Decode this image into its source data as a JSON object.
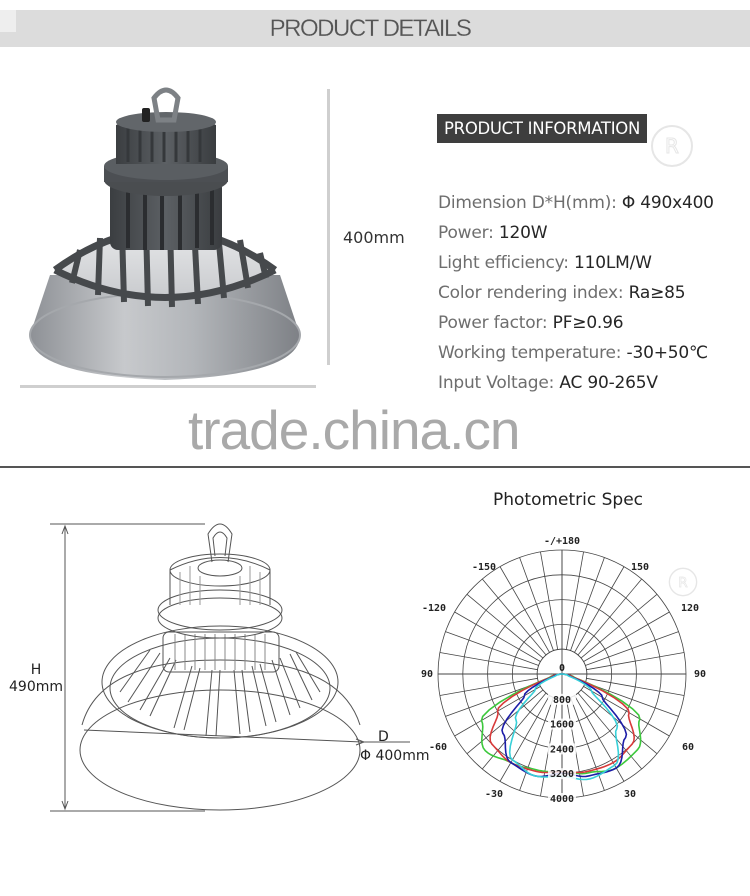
{
  "header": {
    "title": "PRODUCT DETAILS"
  },
  "product_photo": {
    "height_dimension_label": "400mm",
    "icon": "high-bay-light-photo"
  },
  "info": {
    "badge": "PRODUCT INFORMATION",
    "specs": [
      {
        "label": "Dimension D*H(mm): ",
        "value": "Φ 490x400"
      },
      {
        "label": "Power: ",
        "value": "120W"
      },
      {
        "label": "Light efficiency: ",
        "value": "110LM/W"
      },
      {
        "label": "Color rendering index: ",
        "value": "Ra≥85"
      },
      {
        "label": "Power factor: ",
        "value": "PF≥0.96"
      },
      {
        "label": "Working temperature: ",
        "value": "-30+50℃"
      },
      {
        "label": "Input Voltage: ",
        "value": "AC 90-265V"
      }
    ]
  },
  "watermark": "trade.china.cn",
  "drawing": {
    "height_label_line1": "H",
    "height_label_line2": "490mm",
    "diameter_label_line1": "D",
    "diameter_label_line2": "Φ 400mm",
    "icon": "high-bay-light-line-drawing"
  },
  "chart_data": {
    "type": "polar",
    "title": "Photometric Spec",
    "angle_labels": [
      "-/+180",
      "-150",
      "150",
      "-120",
      "120",
      "-90",
      "90",
      "-60",
      "60",
      "-30",
      "30"
    ],
    "radial_labels": [
      "0",
      "800",
      "1600",
      "2400",
      "3200",
      "4000"
    ],
    "rlim": [
      0,
      4000
    ],
    "grid": true,
    "series": [
      {
        "name": "curve-green",
        "color": "#3cc83c",
        "angles": [
          -90,
          -75,
          -60,
          -45,
          -30,
          -15,
          0,
          15,
          30,
          45,
          60,
          75,
          90
        ],
        "values": [
          0,
          400,
          3000,
          3500,
          3300,
          3200,
          3150,
          3300,
          3500,
          3450,
          2900,
          400,
          0
        ]
      },
      {
        "name": "curve-red",
        "color": "#d83a3a",
        "angles": [
          -90,
          -75,
          -60,
          -45,
          -30,
          -15,
          0,
          15,
          30,
          45,
          60,
          75,
          90
        ],
        "values": [
          0,
          350,
          2400,
          3200,
          3300,
          3250,
          3150,
          3250,
          3300,
          3200,
          2500,
          350,
          0
        ]
      },
      {
        "name": "curve-blue",
        "color": "#1c1ca8",
        "angles": [
          -90,
          -75,
          -60,
          -45,
          -30,
          -15,
          0,
          15,
          30,
          45,
          60,
          75,
          90
        ],
        "values": [
          0,
          250,
          1400,
          2700,
          3300,
          3400,
          3200,
          3400,
          3500,
          2900,
          1500,
          250,
          0
        ]
      },
      {
        "name": "curve-cyan",
        "color": "#38d0d8",
        "angles": [
          -90,
          -75,
          -60,
          -45,
          -30,
          -15,
          0,
          15,
          30,
          45,
          60,
          75,
          90
        ],
        "values": [
          0,
          200,
          1000,
          2100,
          3200,
          3400,
          3300,
          3500,
          3400,
          2500,
          1100,
          200,
          0
        ]
      }
    ]
  }
}
